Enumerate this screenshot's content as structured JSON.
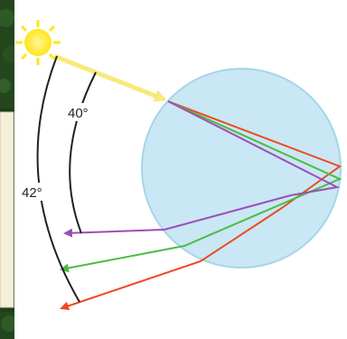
{
  "labels": {
    "inner_angle": "40°",
    "outer_angle": "42°"
  },
  "colors": {
    "sunlight": "#f7ea7a",
    "sun": "#ffe61a",
    "droplet_fill": "#c9e7f4",
    "droplet_stroke": "#a6d5ea",
    "red": "#ee4a22",
    "green": "#4dbb44",
    "violet": "#9b4fb6",
    "arc": "#222222",
    "foliage": "#1e3d1a",
    "panel": "#f4f0d8"
  },
  "icons": {
    "sun": "sun-icon",
    "droplet": "water-droplet"
  }
}
